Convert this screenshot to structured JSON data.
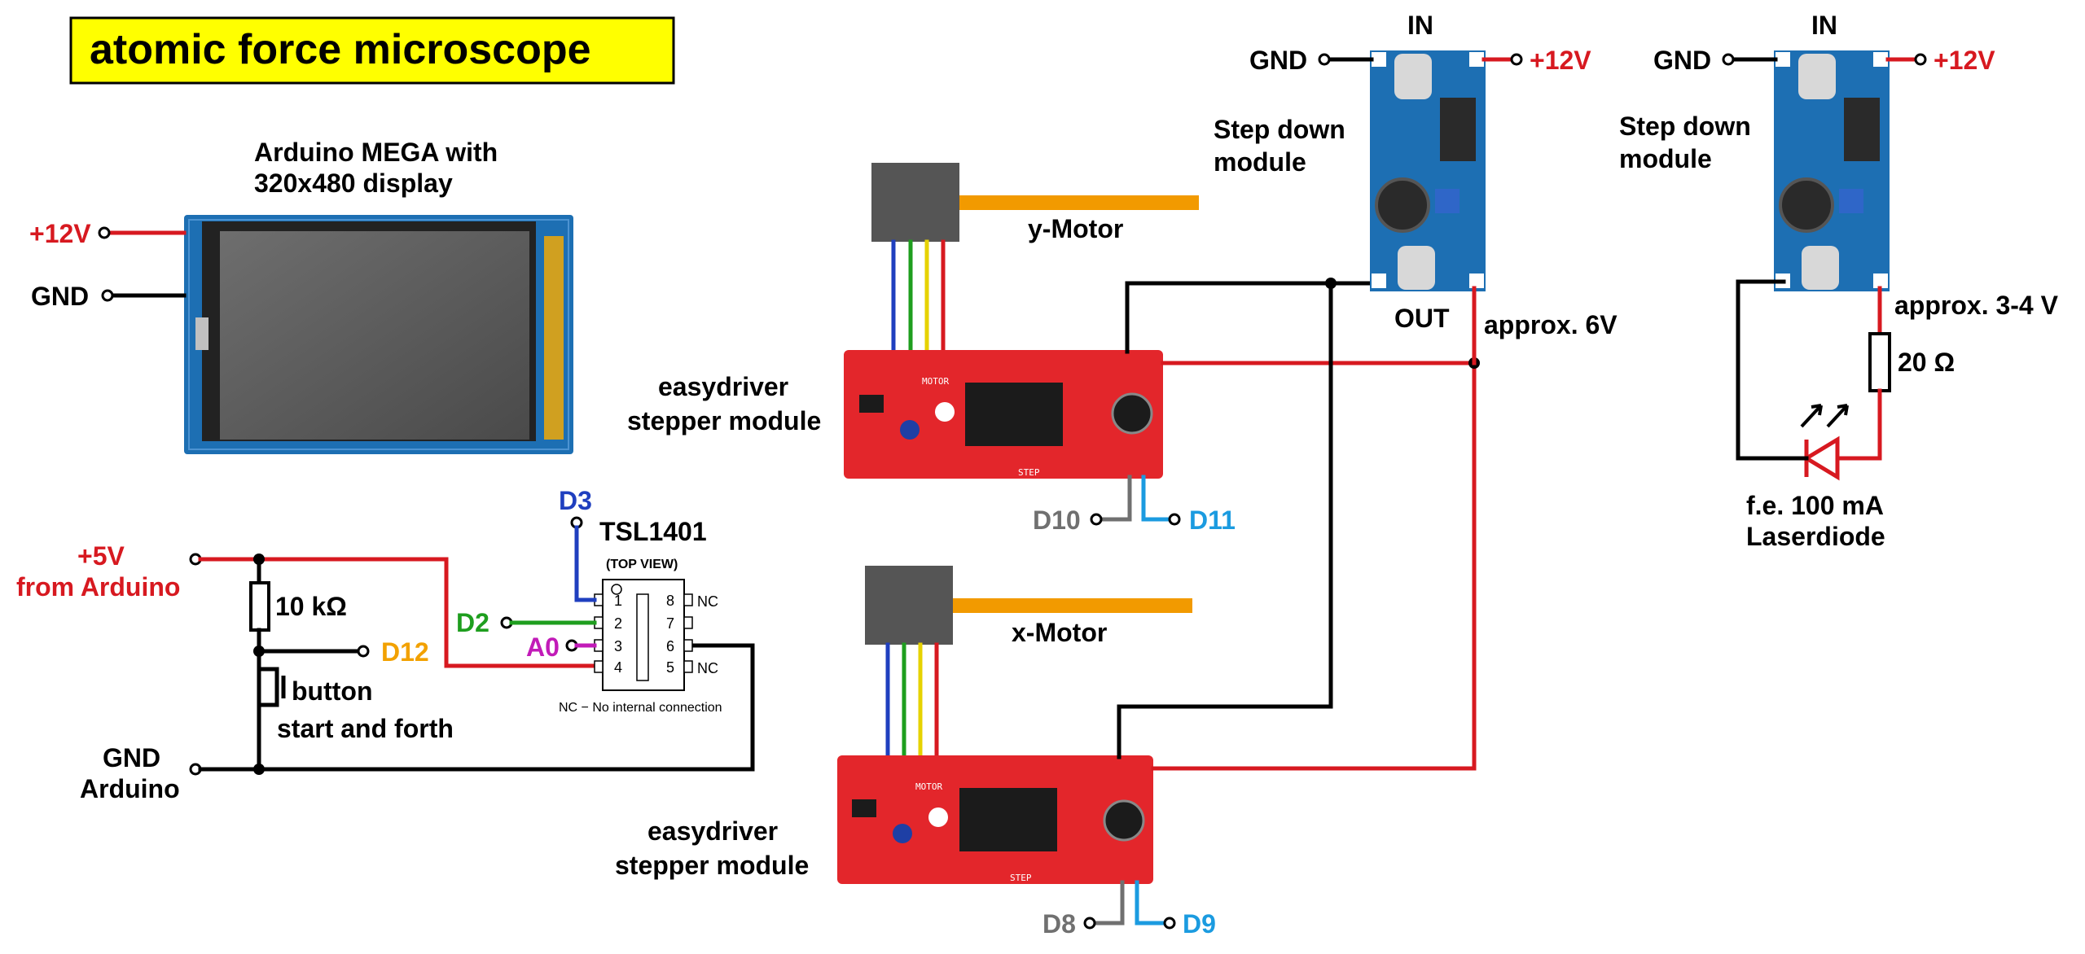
{
  "title": "atomic force microscope",
  "arduino": {
    "label_line1": "Arduino MEGA with",
    "label_line2": "320x480 display",
    "pin_12v": "+12V",
    "pin_gnd": "GND"
  },
  "y_motor": {
    "label": "y-Motor"
  },
  "x_motor": {
    "label": "x-Motor"
  },
  "driver_top": {
    "label_line1": "easydriver",
    "label_line2": "stepper module",
    "pin_left": "D10",
    "pin_right": "D11"
  },
  "driver_bottom": {
    "label_line1": "easydriver",
    "label_line2": "stepper module",
    "pin_left": "D8",
    "pin_right": "D9"
  },
  "stepdown1": {
    "in_label": "IN",
    "gnd_label": "GND",
    "v12_label": "+12V",
    "name_line1": "Step down",
    "name_line2": "module",
    "out_label": "OUT",
    "approx_label": "approx. 6V"
  },
  "stepdown2": {
    "in_label": "IN",
    "gnd_label": "GND",
    "v12_label": "+12V",
    "name_line1": "Step down",
    "name_line2": "module",
    "approx_label": "approx. 3-4 V"
  },
  "resistor_20": {
    "label": "20 Ω"
  },
  "laser": {
    "label_line1": "f.e. 100 mA",
    "label_line2": "Laserdiode"
  },
  "sensor_circuit": {
    "v5_line1": "+5V",
    "v5_line2": "from Arduino",
    "resistor": "10 kΩ",
    "d12": "D12",
    "button_line1": "button",
    "button_line2": "start and forth",
    "gnd_line1": "GND",
    "gnd_line2": "Arduino"
  },
  "tsl1401": {
    "name": "TSL1401",
    "view": "(TOP VIEW)",
    "note": "NC − No internal connection",
    "d3": "D3",
    "d2": "D2",
    "a0": "A0",
    "pins_left": [
      "1",
      "2",
      "3",
      "4"
    ],
    "pins_right": [
      "8",
      "7",
      "6",
      "5"
    ],
    "nc8": "NC",
    "nc5": "NC"
  },
  "colors": {
    "title_bg": "#ffff00",
    "power_red": "#d71920",
    "d3_blue": "#1f3fbf",
    "d2_green": "#1e9e1e",
    "a0_magenta": "#c21bb8",
    "d12_orange": "#f2a100",
    "step_cyan": "#1b9be0",
    "step_gray": "#707070",
    "motor_shaft": "#f29a00",
    "pcb_red": "#e3262b",
    "display_blue": "#1d6fb3"
  }
}
